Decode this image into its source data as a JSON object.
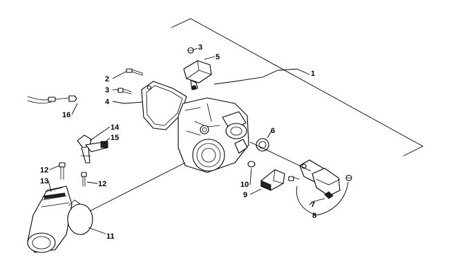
{
  "diagram": {
    "callouts": {
      "c1": "1",
      "c2": "2",
      "c3a": "3",
      "c3b": "3",
      "c4": "4",
      "c5": "5",
      "c6": "6",
      "c7": "7",
      "c8": "8",
      "c9": "9",
      "c10": "10",
      "c11": "11",
      "c12a": "12",
      "c12b": "12",
      "c13": "13",
      "c14": "14",
      "c15": "15",
      "c16": "16"
    }
  }
}
